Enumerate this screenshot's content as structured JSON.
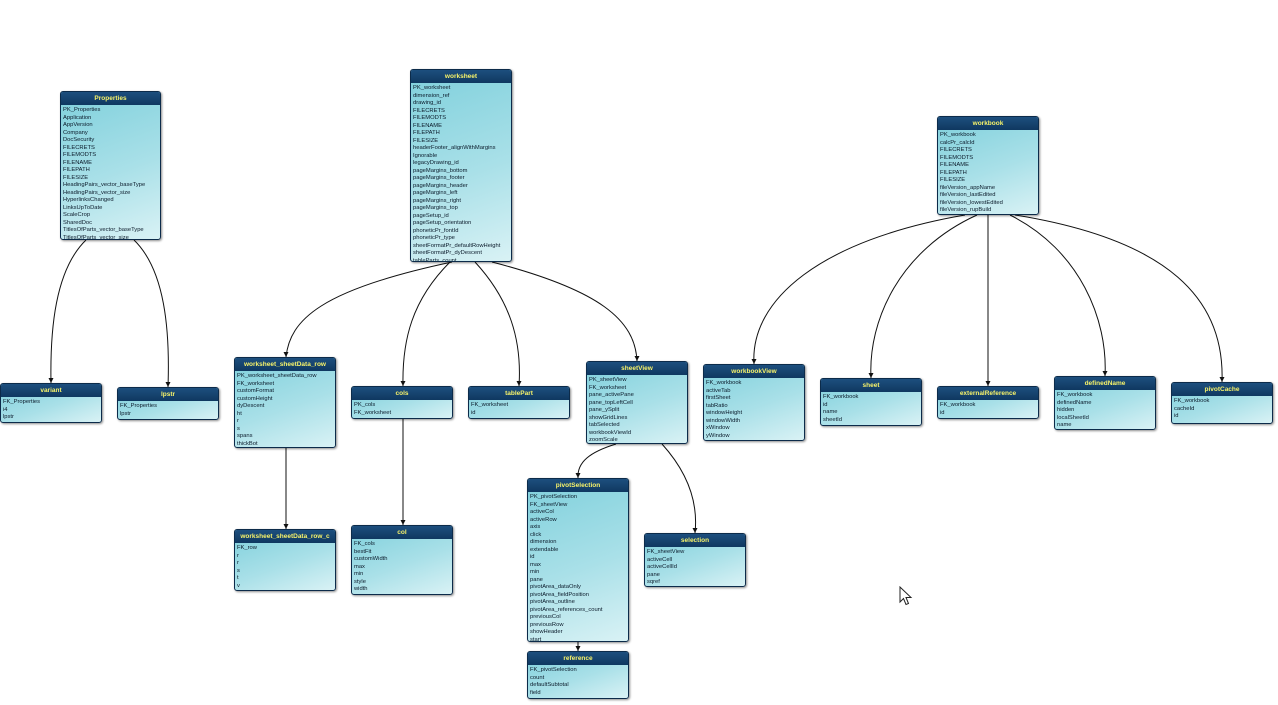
{
  "diagram": {
    "entities": {
      "properties": {
        "title": "Properties",
        "fields": [
          "PK_Properties",
          "Application",
          "AppVersion",
          "Company",
          "DocSecurity",
          "FILECRETS",
          "FILEMODTS",
          "FILENAME",
          "FILEPATH",
          "FILESIZE",
          "HeadingPairs_vector_baseType",
          "HeadingPairs_vector_size",
          "HyperlinksChanged",
          "LinksUpToDate",
          "ScaleCrop",
          "SharedDoc",
          "TitlesOfParts_vector_baseType",
          "TitlesOfParts_vector_size"
        ]
      },
      "worksheet": {
        "title": "worksheet",
        "fields": [
          "PK_worksheet",
          "dimension_ref",
          "drawing_id",
          "FILECRETS",
          "FILEMODTS",
          "FILENAME",
          "FILEPATH",
          "FILESIZE",
          "headerFooter_alignWithMargins",
          "Ignorable",
          "legacyDrawing_id",
          "pageMargins_bottom",
          "pageMargins_footer",
          "pageMargins_header",
          "pageMargins_left",
          "pageMargins_right",
          "pageMargins_top",
          "pageSetup_id",
          "pageSetup_orientation",
          "phoneticPr_fontId",
          "phoneticPr_type",
          "sheetFormatPr_defaultRowHeight",
          "sheetFormatPr_dyDescent",
          "tableParts_count"
        ]
      },
      "workbook": {
        "title": "workbook",
        "fields": [
          "PK_workbook",
          "calcPr_calcId",
          "FILECRETS",
          "FILEMODTS",
          "FILENAME",
          "FILEPATH",
          "FILESIZE",
          "fileVersion_appName",
          "fileVersion_lastEdited",
          "fileVersion_lowestEdited",
          "fileVersion_rupBuild"
        ]
      },
      "variant": {
        "title": "variant",
        "fields": [
          "FK_Properties",
          "i4",
          "lpstr"
        ]
      },
      "lpstr": {
        "title": "lpstr",
        "fields": [
          "FK_Properties",
          "lpstr"
        ]
      },
      "worksheet_sheetData_row": {
        "title": "worksheet_sheetData_row",
        "fields": [
          "PK_worksheet_sheetData_row",
          "FK_worksheet",
          "customFormat",
          "customHeight",
          "dyDescent",
          "ht",
          "r",
          "s",
          "spans",
          "thickBot"
        ]
      },
      "cols": {
        "title": "cols",
        "fields": [
          "PK_cols",
          "FK_worksheet"
        ]
      },
      "tablePart": {
        "title": "tablePart",
        "fields": [
          "FK_worksheet",
          "id"
        ]
      },
      "sheetView": {
        "title": "sheetView",
        "fields": [
          "PK_sheetView",
          "FK_worksheet",
          "pane_activePane",
          "pane_topLeftCell",
          "pane_ySplit",
          "showGridLines",
          "tabSelected",
          "workbookViewId",
          "zoomScale"
        ]
      },
      "workbookView": {
        "title": "workbookView",
        "fields": [
          "FK_workbook",
          "activeTab",
          "firstSheet",
          "tabRatio",
          "windowHeight",
          "windowWidth",
          "xWindow",
          "yWindow"
        ]
      },
      "sheet": {
        "title": "sheet",
        "fields": [
          "FK_workbook",
          "id",
          "name",
          "sheetId"
        ]
      },
      "externalReference": {
        "title": "externalReference",
        "fields": [
          "FK_workbook",
          "id"
        ]
      },
      "definedName": {
        "title": "definedName",
        "fields": [
          "FK_workbook",
          "definedName",
          "hidden",
          "localSheetId",
          "name"
        ]
      },
      "pivotCache": {
        "title": "pivotCache",
        "fields": [
          "FK_workbook",
          "cacheId",
          "id"
        ]
      },
      "worksheet_sheetData_row_c": {
        "title": "worksheet_sheetData_row_c",
        "fields": [
          "FK_row",
          "r",
          "r",
          "s",
          "t",
          "v"
        ]
      },
      "col": {
        "title": "col",
        "fields": [
          "FK_cols",
          "bestFit",
          "customWidth",
          "max",
          "min",
          "style",
          "width"
        ]
      },
      "pivotSelection": {
        "title": "pivotSelection",
        "fields": [
          "PK_pivotSelection",
          "FK_sheetView",
          "activeCol",
          "activeRow",
          "axis",
          "click",
          "dimension",
          "extendable",
          "id",
          "max",
          "min",
          "pane",
          "pivotArea_dataOnly",
          "pivotArea_fieldPosition",
          "pivotArea_outline",
          "pivotArea_references_count",
          "previousCol",
          "previousRow",
          "showHeader",
          "start"
        ]
      },
      "selection": {
        "title": "selection",
        "fields": [
          "FK_sheetView",
          "activeCell",
          "activeCellId",
          "pane",
          "sqref"
        ]
      },
      "reference": {
        "title": "reference",
        "fields": [
          "FK_pivotSelection",
          "count",
          "defaultSubtotal",
          "field"
        ]
      }
    }
  }
}
